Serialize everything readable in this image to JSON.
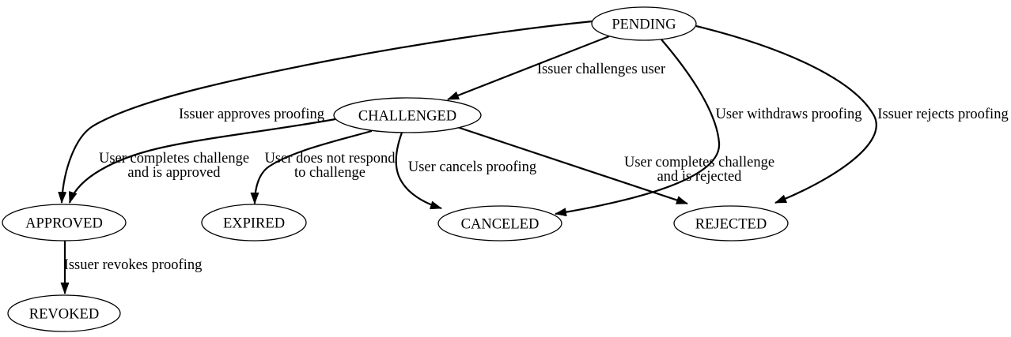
{
  "diagram": {
    "type": "state-transition-diagram",
    "background_color": "#ffffff",
    "stroke_color": "#000000",
    "nodes": [
      {
        "id": "pending",
        "label": "PENDING"
      },
      {
        "id": "challenged",
        "label": "CHALLENGED"
      },
      {
        "id": "approved",
        "label": "APPROVED"
      },
      {
        "id": "expired",
        "label": "EXPIRED"
      },
      {
        "id": "canceled",
        "label": "CANCELED"
      },
      {
        "id": "rejected",
        "label": "REJECTED"
      },
      {
        "id": "revoked",
        "label": "REVOKED"
      }
    ],
    "edges": [
      {
        "from": "PENDING",
        "to": "CHALLENGED",
        "label_lines": [
          "Issuer challenges user"
        ]
      },
      {
        "from": "PENDING",
        "to": "APPROVED",
        "label_lines": [
          "Issuer approves proofing"
        ]
      },
      {
        "from": "CHALLENGED",
        "to": "APPROVED",
        "label_lines": [
          "User completes challenge",
          "and is approved"
        ]
      },
      {
        "from": "CHALLENGED",
        "to": "EXPIRED",
        "label_lines": [
          "User does not respond",
          "to challenge"
        ]
      },
      {
        "from": "CHALLENGED",
        "to": "CANCELED",
        "label_lines": [
          "User cancels proofing"
        ]
      },
      {
        "from": "CHALLENGED",
        "to": "REJECTED",
        "label_lines": [
          "User completes challenge",
          "and is rejected"
        ]
      },
      {
        "from": "PENDING",
        "to": "CANCELED",
        "label_lines": [
          "User withdraws proofing"
        ]
      },
      {
        "from": "PENDING",
        "to": "REJECTED",
        "label_lines": [
          "Issuer rejects proofing"
        ]
      },
      {
        "from": "APPROVED",
        "to": "REVOKED",
        "label_lines": [
          "Issuer revokes proofing"
        ]
      }
    ]
  }
}
